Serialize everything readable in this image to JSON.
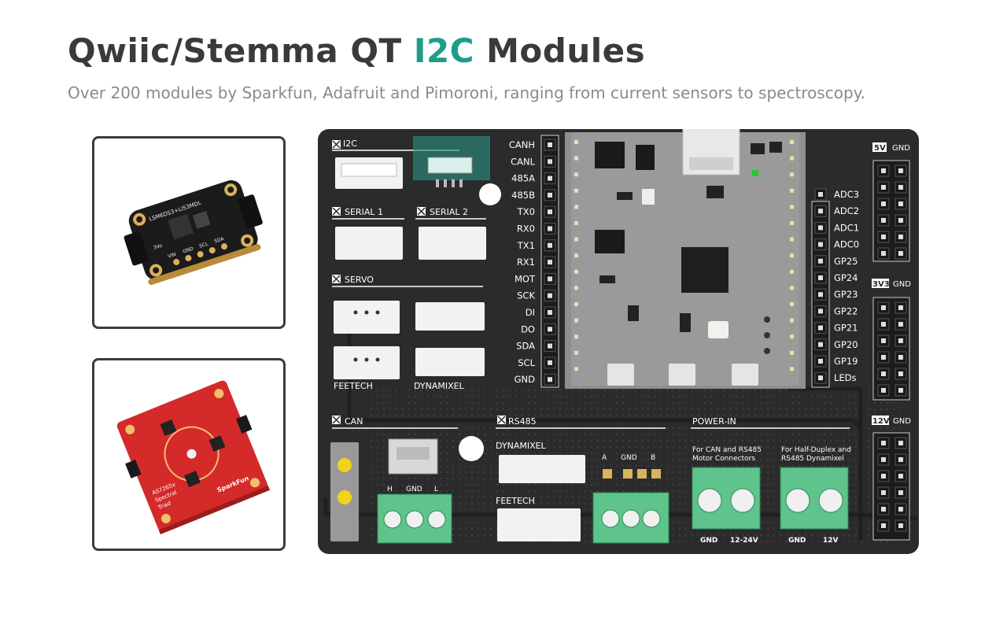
{
  "header": {
    "title_prefix": "Qwiic/Stemma QT",
    "title_accent": "I2C",
    "title_suffix": "Modules",
    "subtitle": "Over 200 modules by Sparkfun, Adafruit and Pimoroni, ranging from current sensors to spectroscopy."
  },
  "colors": {
    "accent": "#1f9c87",
    "board": "#2b2b2b",
    "terminal": "#5fc48c",
    "pcb_red": "#d42a2a"
  },
  "photos": [
    {
      "silk": [
        "LSM6DS3+LIS3MDL",
        "VIN",
        "GND",
        "SCL",
        "SDA",
        "3Vo"
      ]
    },
    {
      "silk": [
        "AS7265x",
        "Spectral",
        "Triad",
        "SparkFun"
      ]
    }
  ],
  "board": {
    "sections": {
      "i2c": "I2C",
      "serial1": "SERIAL 1",
      "serial2": "SERIAL 2",
      "servo": "SERVO",
      "feetech": "FEETECH",
      "dynamixel": "DYNAMIXEL",
      "can": "CAN",
      "rs485": "RS485",
      "dynamixel2": "DYNAMIXEL",
      "feetech2": "FEETECH",
      "power_in": "POWER-IN"
    },
    "left_pins": [
      "CANH",
      "CANL",
      "485A",
      "485B",
      "TX0",
      "RX0",
      "TX1",
      "RX1",
      "MOT",
      "SCK",
      "DI",
      "DO",
      "SDA",
      "SCL",
      "GND"
    ],
    "right_pins": [
      "ADC3",
      "ADC2",
      "ADC1",
      "ADC0",
      "GP25",
      "GP24",
      "GP23",
      "GP22",
      "GP21",
      "GP20",
      "GP19",
      "LEDs"
    ],
    "headers": {
      "h5v": {
        "volt": "5V",
        "gnd": "GND"
      },
      "h3v3": {
        "volt": "3V3",
        "gnd": "GND"
      },
      "h12v": {
        "volt": "12V",
        "gnd": "GND"
      }
    },
    "can_terminal": [
      "H",
      "GND",
      "L"
    ],
    "rs485_jumper": [
      "A",
      "GND",
      "B"
    ],
    "power": {
      "left_note": [
        "For CAN and RS485",
        "Motor Connectors"
      ],
      "right_note": [
        "For Half-Duplex and",
        "RS485 Dynamixel"
      ],
      "left_labels": [
        "GND",
        "12-24V"
      ],
      "right_labels": [
        "GND",
        "12V"
      ]
    }
  }
}
